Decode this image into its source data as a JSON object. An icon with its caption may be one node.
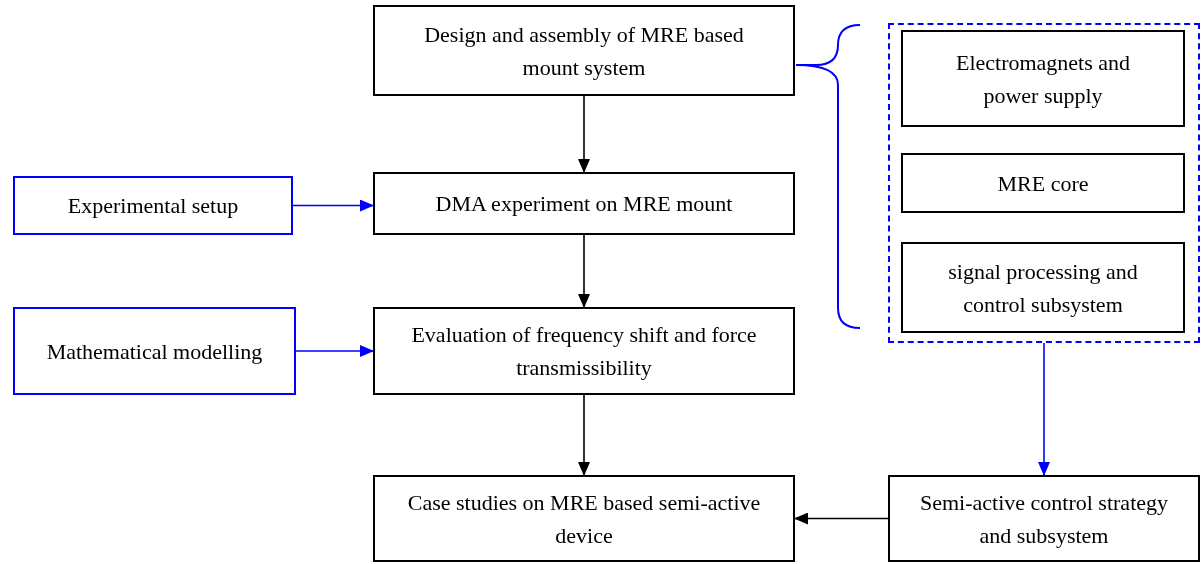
{
  "diagram": {
    "nodes": [
      {
        "text": [
          "Design and assembly of MRE based mount system"
        ]
      },
      {
        "text": [
          "Experimental setup"
        ]
      },
      {
        "text": [
          "DMA experiment on MRE mount"
        ]
      },
      {
        "text": [
          "Mathematical modelling"
        ]
      },
      {
        "text": [
          "Evaluation of frequency shift and force transmissibility"
        ]
      },
      {
        "text": [
          "Case studies on MRE based semi-active device"
        ]
      },
      {
        "text": [],
        "shape": "box"
      },
      {
        "text": [
          "Electromagnets and power supply"
        ],
        "in": 6
      },
      {
        "text": [
          "MRE core"
        ],
        "in": 6
      },
      {
        "text": [
          "signal processing and control subsystem"
        ],
        "in": 6
      },
      {
        "text": [
          "Semi-active control strategy and subsystem"
        ]
      }
    ],
    "edges": [
      {
        "from": 0,
        "to": 2,
        "arrow": "to"
      },
      {
        "from": 1,
        "to": 2,
        "arrow": "to",
        "color": "#0000ff"
      },
      {
        "from": 2,
        "to": 4,
        "arrow": "to"
      },
      {
        "from": 3,
        "to": 4,
        "arrow": "to",
        "color": "#0000ff"
      },
      {
        "from": 4,
        "to": 5,
        "arrow": "to"
      },
      {
        "from": 6,
        "to": 10,
        "arrow": "to",
        "color": "#0000ff"
      },
      {
        "from": 10,
        "to": 5,
        "arrow": "to"
      }
    ]
  }
}
